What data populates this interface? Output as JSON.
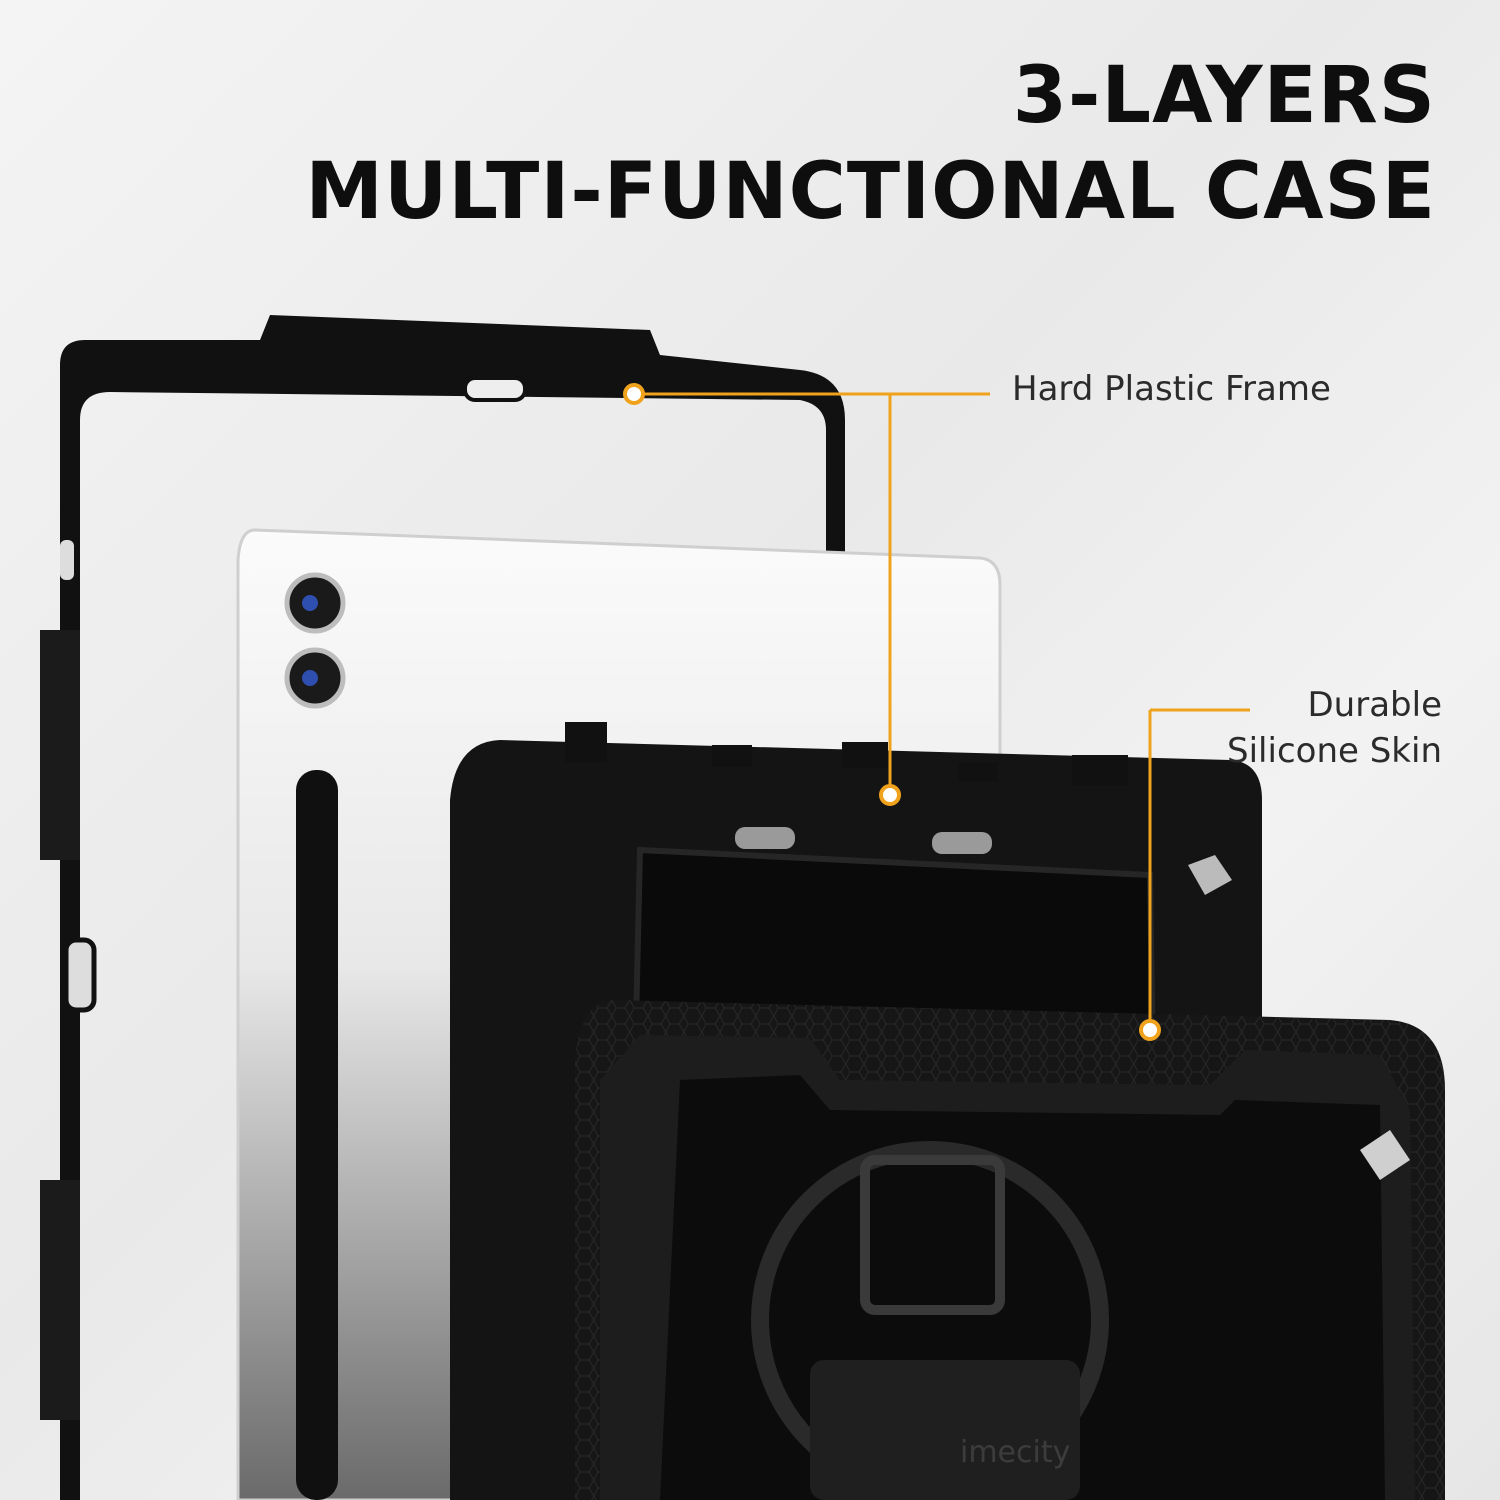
{
  "headline": {
    "line1": "3-LAYERS",
    "line2": "MULTI-FUNCTIONAL CASE"
  },
  "callouts": {
    "frame_label": "Hard Plastic Frame",
    "skin_label_line1": "Durable",
    "skin_label_line2": "Silicone Skin"
  },
  "brand_logo_text": "imecity",
  "colors": {
    "callout_orange": "#f0a21c",
    "case_black": "#121212",
    "tablet_white": "#fbfbfb"
  }
}
